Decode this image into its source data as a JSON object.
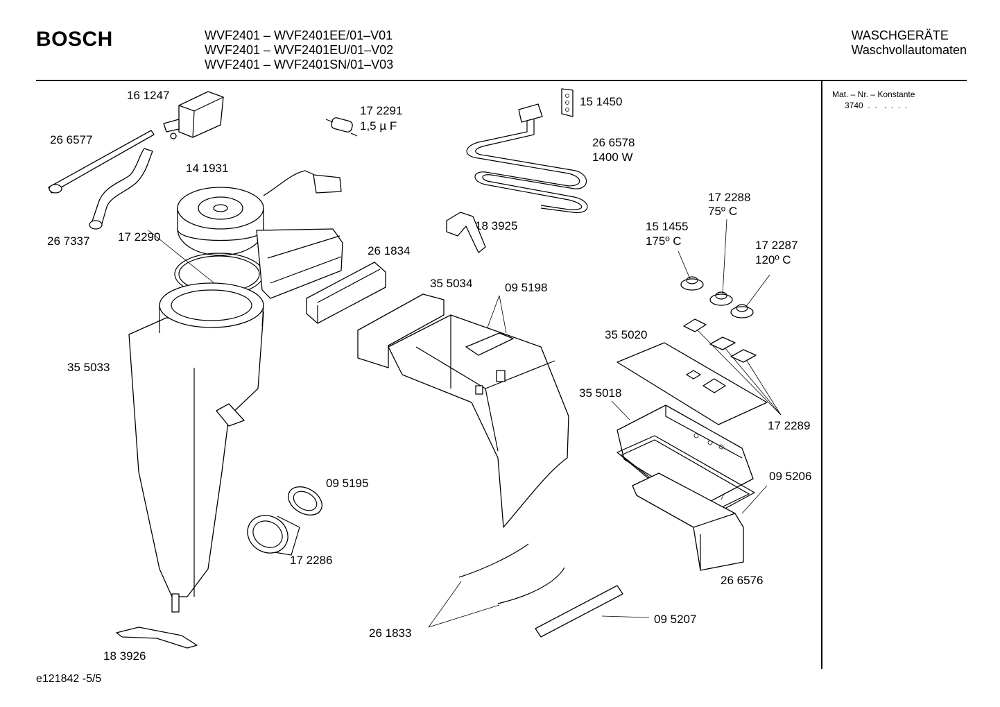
{
  "header": {
    "brand": "BOSCH",
    "models": [
      "WVF2401 – WVF2401EE/01–V01",
      "WVF2401 – WVF2401EU/01–V02",
      "WVF2401 – WVF2401SN/01–V03"
    ],
    "category_line1": "WASCHGERÄTE",
    "category_line2": "Waschvollautomaten"
  },
  "side_panel": {
    "title": "Mat. – Nr. – Konstante",
    "value": "3740  .  .   .  .  .  ."
  },
  "footer": {
    "code": "e121842  -5/5"
  },
  "labels": {
    "p161247": "16 1247",
    "p266577": "26 6577",
    "p141931": "14 1931",
    "p267337": "26 7337",
    "p172290": "17 2290",
    "p355033": "35 5033",
    "p172291a": "17 2291",
    "p172291b": "1,5 µ F",
    "p151450": "15 1450",
    "p266578a": "26 6578",
    "p266578b": "1400 W",
    "p183925": "18 3925",
    "p261834": "26 1834",
    "p355034": "35 5034",
    "p095198": "09 5198",
    "p172288a": "17 2288",
    "p172288b": "75º C",
    "p151455a": "15 1455",
    "p151455b": "175º C",
    "p172287a": "17 2287",
    "p172287b": "120º C",
    "p355020": "35 5020",
    "p355018": "35 5018",
    "p172289": "17 2289",
    "p095206": "09 5206",
    "p095195": "09 5195",
    "p172286": "17 2286",
    "p266576": "26 6576",
    "p095207": "09 5207",
    "p261833": "26 1833",
    "p183926": "18 3926"
  }
}
